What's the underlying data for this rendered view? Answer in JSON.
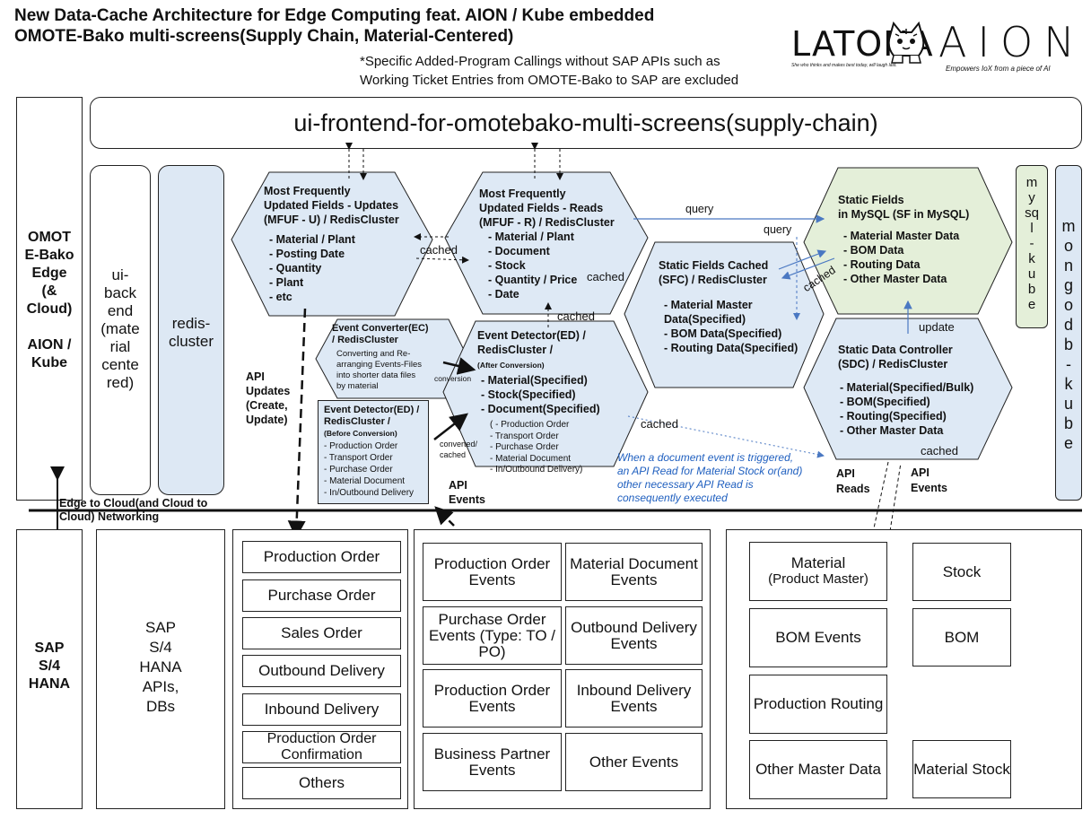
{
  "header": {
    "title_line1": "New Data-Cache Architecture for Edge Computing feat. AION / Kube embedded",
    "title_line2": "OMOTE-Bako multi-screens(Supply Chain, Material-Centered)",
    "note_line1": "*Specific Added-Program Callings without SAP APIs such as",
    "note_line2": "Working Ticket Entries from OMOTE-Bako to SAP are excluded"
  },
  "logos": {
    "latona": "LATONA",
    "latona_tagline": "She who thinks and makes best today, will laugh last.",
    "aion": "AION",
    "aion_tagline": "Empowers IoX from a piece of AI"
  },
  "edge": {
    "label_lines": [
      "OMOT",
      "E-Bako",
      "Edge",
      "(&",
      "Cloud)",
      "",
      "AION /",
      "Kube"
    ],
    "ui_backend_lines": [
      "ui-",
      "back",
      "end",
      "(mate",
      "rial",
      "cente",
      "red)"
    ],
    "redis_cluster_lines": [
      "redis-",
      "cluster"
    ],
    "frontend": "ui-frontend-for-omotebako-multi-screens(supply-chain)",
    "mysql_kube": [
      "m",
      "y",
      "sq",
      "l",
      "-",
      "k",
      "u",
      "b",
      "e"
    ],
    "mongodb_kube": [
      "m",
      "o",
      "n",
      "g",
      "o",
      "d",
      "b",
      "-",
      "k",
      "u",
      "b",
      "e"
    ]
  },
  "hexes": {
    "mfuf_u": {
      "title": [
        "Most Frequently",
        "Updated Fields - Updates",
        "(MFUF - U) / RedisCluster"
      ],
      "items": [
        "- Material / Plant",
        "- Posting Date",
        "- Quantity",
        "- Plant",
        "- etc"
      ]
    },
    "mfuf_r": {
      "title": [
        "Most Frequently",
        "Updated Fields - Reads",
        "(MFUF - R) / RedisCluster"
      ],
      "items": [
        "- Material / Plant",
        "- Document",
        "- Stock",
        "- Quantity / Price",
        "- Date"
      ]
    },
    "sfc": {
      "title": [
        "Static Fields Cached",
        "(SFC) / RedisCluster"
      ],
      "items": [
        "- Material Master",
        "  Data(Specified)",
        "- BOM Data(Specified)",
        "- Routing Data(Specified)"
      ]
    },
    "sf_mysql": {
      "title": [
        "Static Fields",
        "in MySQL (SF in MySQL)"
      ],
      "items": [
        "- Material Master Data",
        "- BOM Data",
        "- Routing Data",
        "- Other Master Data"
      ]
    },
    "ec": {
      "title": [
        "Event Converter(EC)",
        "/ RedisCluster"
      ],
      "desc": [
        "Converting and Re-",
        "arranging Events-Files",
        "into shorter data files",
        "by material"
      ]
    },
    "ed_after": {
      "title": [
        "Event Detector(ED) /",
        "RedisCluster /"
      ],
      "title_suffix": "(After Conversion)",
      "items": [
        "- Material(Specified)",
        "- Stock(Specified)",
        "- Document(Specified)"
      ],
      "sub": [
        "( - Production Order",
        "  - Transport Order",
        "  - Purchase Order",
        "  - Material Document",
        "  - In/Outbound Delivery)"
      ]
    },
    "sdc": {
      "title": [
        "Static Data Controller",
        "(SDC) / RedisCluster"
      ],
      "items": [
        "- Material(Specified/Bulk)",
        "- BOM(Specified)",
        "- Routing(Specified)",
        "- Other Master Data"
      ]
    }
  },
  "ed_before": {
    "title": [
      "Event Detector(ED) /",
      "RedisCluster /"
    ],
    "title_suffix": "(Before Conversion)",
    "items": [
      "- Production Order",
      "- Transport Order",
      "- Purchase Order",
      "- Material Document",
      "- In/Outbound Delivery"
    ]
  },
  "labels": {
    "query1": "query",
    "query2": "query",
    "cached_left": "cached",
    "cached_mid": "cached",
    "cached_sfc": "cached",
    "cached_diag": "cached",
    "cached_ed": "cached",
    "cached_sdc": "cached",
    "conversion": "conversion",
    "converted_cached": [
      "converted/",
      "cached"
    ],
    "update": "update",
    "api_updates": [
      "API",
      "Updates",
      "(Create,",
      "Update)"
    ],
    "api_events_left": [
      "API",
      "Events"
    ],
    "api_reads": [
      "API",
      "Reads"
    ],
    "api_events_right": [
      "API",
      "Events"
    ],
    "networking": [
      "Edge to Cloud(and Cloud to",
      "Cloud) Networking"
    ],
    "blue_note": [
      "When a document event is triggered,",
      "an API Read for Material Stock or(and)",
      "other necessary API Read is",
      "consequently executed"
    ]
  },
  "sap": {
    "label_lines": [
      "SAP",
      "S/4",
      "HANA"
    ],
    "apis_lines": [
      "SAP",
      "S/4",
      "HANA",
      "APIs,",
      "DBs"
    ],
    "orders": [
      "Production Order",
      "Purchase Order",
      "Sales Order",
      "Outbound Delivery",
      "Inbound Delivery",
      "Production Order Confirmation",
      "Others"
    ],
    "events_left": [
      "Production Order Events",
      "Purchase Order Events (Type: TO / PO)",
      "Production Order Events",
      "Business Partner Events"
    ],
    "events_right": [
      "Material Document Events",
      "Outbound Delivery Events",
      "Inbound Delivery Events",
      "Other Events"
    ],
    "master_left": [
      "Material",
      "BOM Events",
      "Production Routing",
      "Other Master Data"
    ],
    "master_left_sub": "(Product Master)",
    "master_right": [
      "Stock",
      "BOM",
      "Material Stock"
    ]
  },
  "colors": {
    "hex_blue": "#dee9f5",
    "hex_green": "#e4efd9",
    "side_blue": "#dde8f4",
    "arrow_blue": "#4a78c2"
  }
}
